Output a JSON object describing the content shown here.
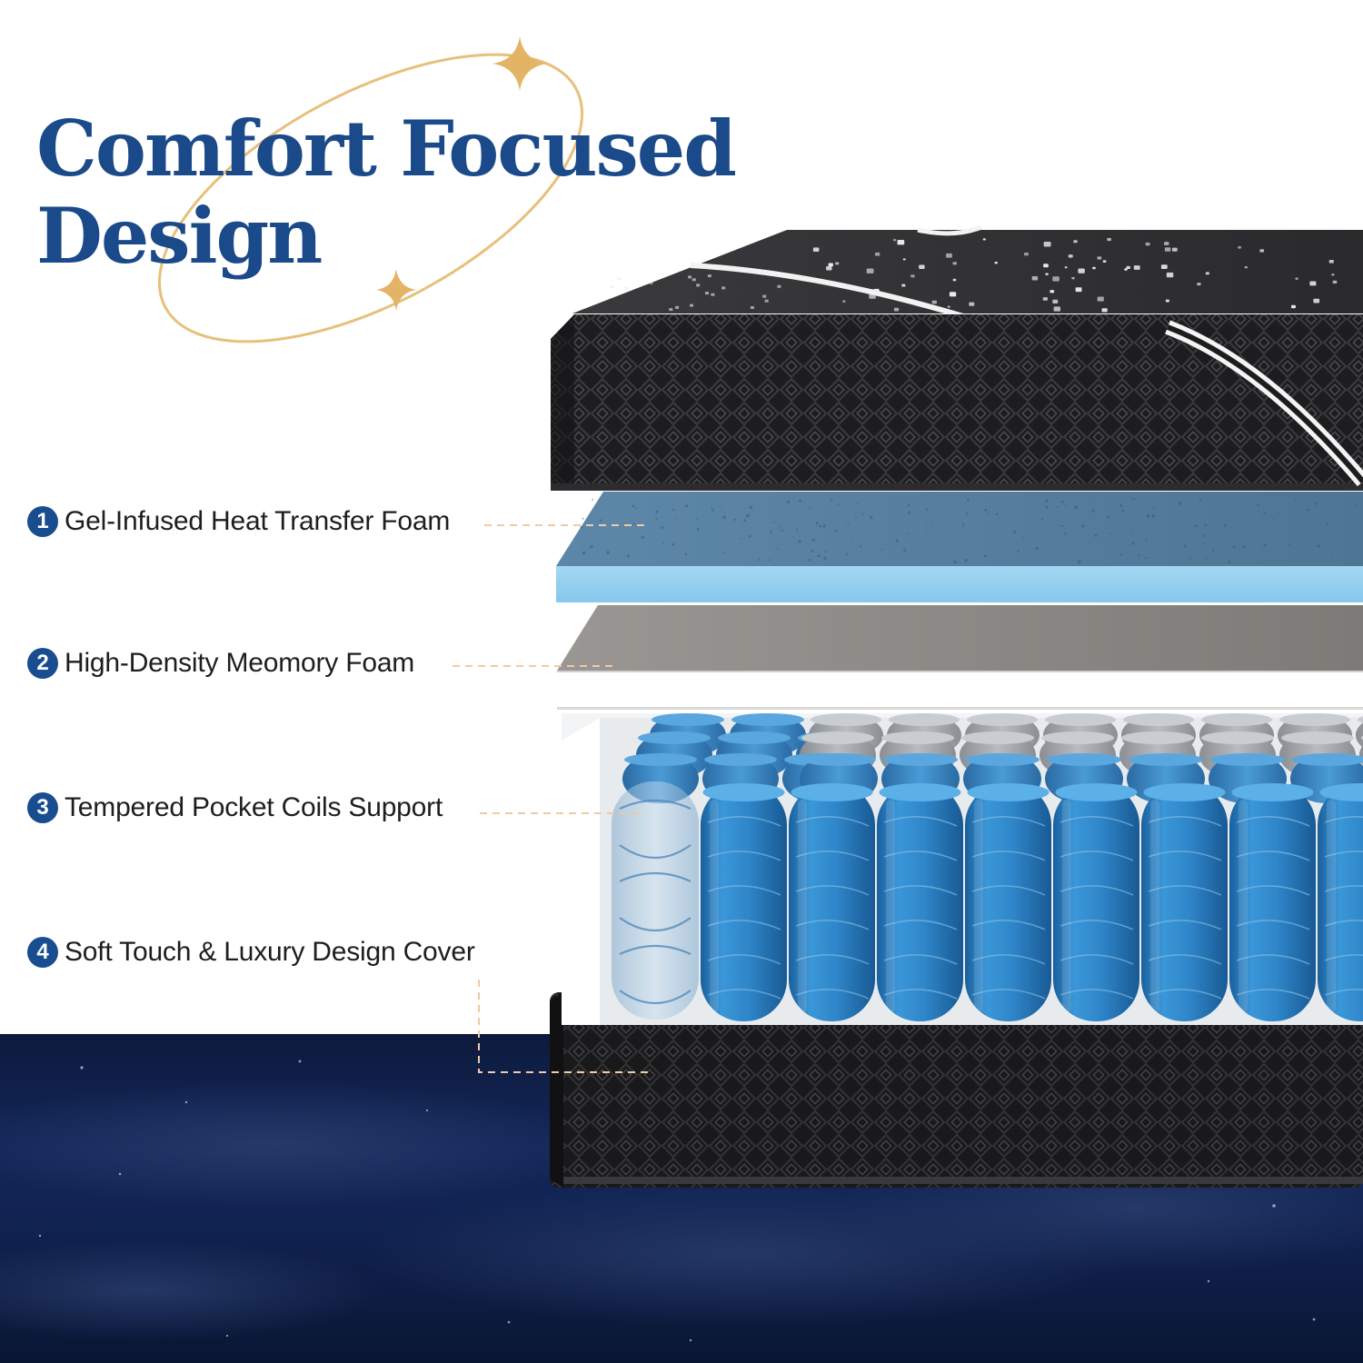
{
  "title": {
    "line1": "Comfort Focused",
    "line2": "Design"
  },
  "layers": [
    {
      "number": "1",
      "label": "Gel-Infused Heat Transfer Foam"
    },
    {
      "number": "2",
      "label": "High-Density Meomory Foam"
    },
    {
      "number": "3",
      "label": "Tempered Pocket Coils Support"
    },
    {
      "number": "4",
      "label": "Soft Touch & Luxury Design Cover"
    }
  ],
  "colors": {
    "title": "#1b4a8a",
    "badge": "#184d8f",
    "accent_gold": "#e7c07c",
    "night_sky": "#0f1f45",
    "cover": "#1c1c1c",
    "gel_foam": "#5f86a6",
    "memory_foam": "#8f8b88",
    "coil_blue": "#2b7fc4"
  }
}
